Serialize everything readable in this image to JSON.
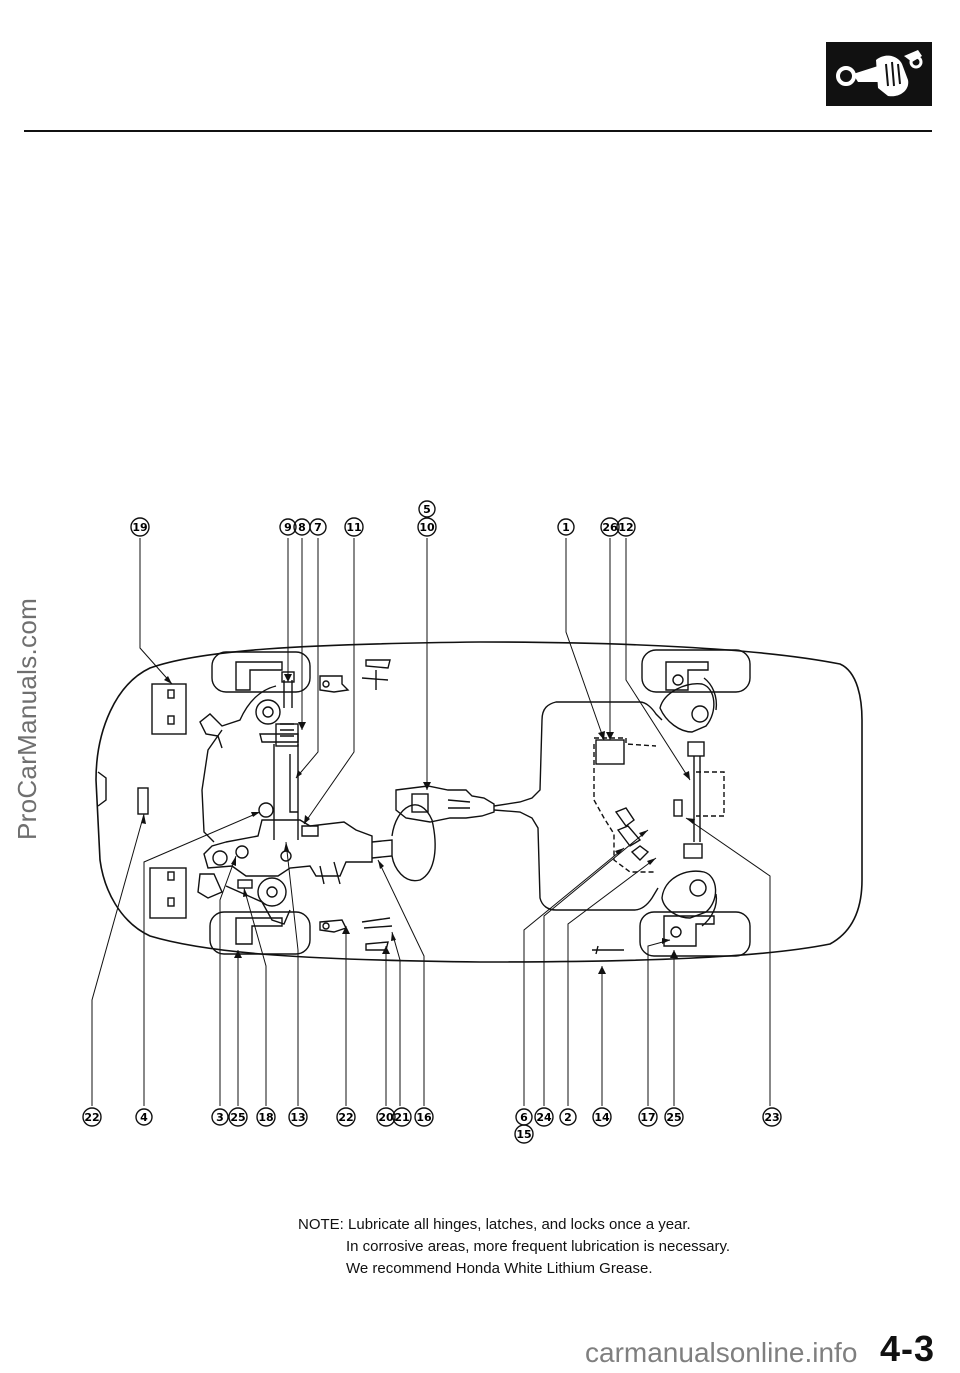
{
  "watermarks": {
    "side": "ProCarManuals.com",
    "footer": "carmanualsonline.info"
  },
  "page_number": "4-3",
  "note": {
    "label": "NOTE:",
    "line1": "Lubricate all hinges, latches, and locks once a year.",
    "line2": "In corrosive areas, more frequent lubrication is necessary.",
    "line3": "We recommend Honda White Lithium Grease."
  },
  "callouts_top": [
    "19",
    "9",
    "8",
    "7",
    "11",
    "5",
    "10",
    "1",
    "26",
    "12"
  ],
  "callouts_bottom": [
    "22",
    "4",
    "3",
    "25",
    "18",
    "13",
    "22",
    "20",
    "21",
    "16",
    "6",
    "15",
    "24",
    "2",
    "14",
    "17",
    "25",
    "23"
  ],
  "icons": {
    "logo": "wrench-fist-icon"
  }
}
